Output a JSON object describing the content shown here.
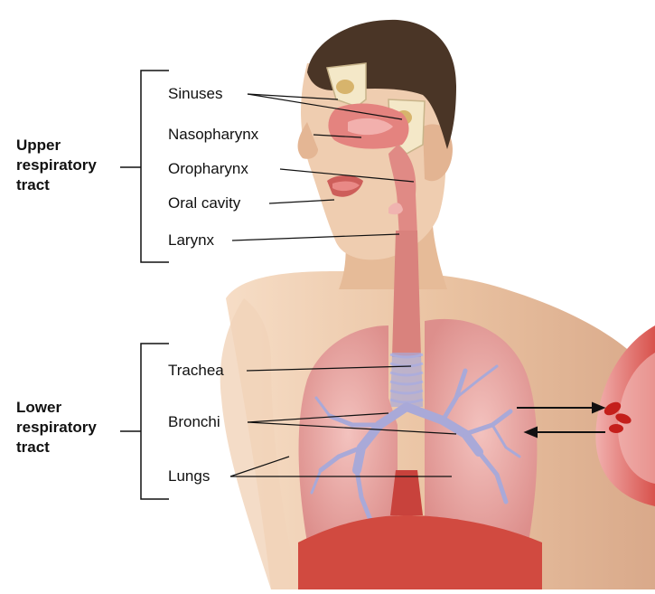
{
  "groups": {
    "upper": {
      "line1": "Upper",
      "line2": "respiratory",
      "line3": "tract"
    },
    "lower": {
      "line1": "Lower",
      "line2": "respiratory",
      "line3": "tract"
    }
  },
  "labels": {
    "sinuses": "Sinuses",
    "nasopharynx": "Nasopharynx",
    "oropharynx": "Oropharynx",
    "oral_cavity": "Oral cavity",
    "larynx": "Larynx",
    "trachea": "Trachea",
    "bronchi": "Bronchi",
    "lungs": "Lungs"
  },
  "colors": {
    "skin": "#e9c4a4",
    "hair": "#4a3526",
    "lung": "#e8a5a2",
    "airway": "#d9827d",
    "bronchi": "#a9a9d8",
    "blood": "#d8322b"
  }
}
